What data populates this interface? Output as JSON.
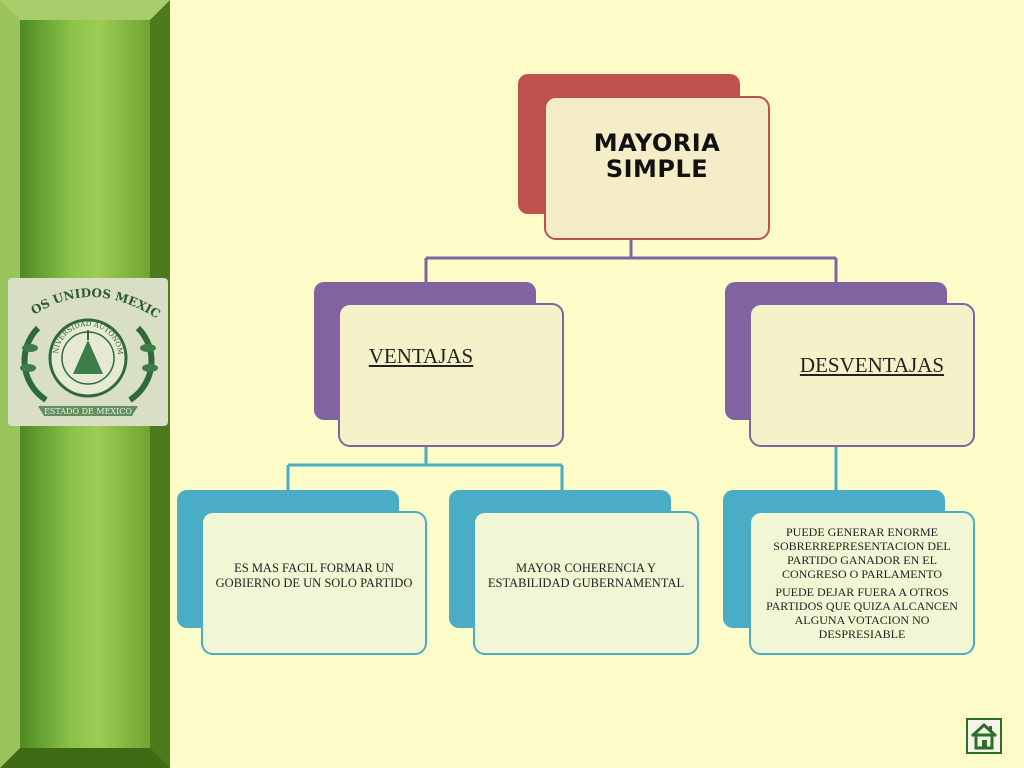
{
  "diagram": {
    "root": {
      "label": "MAYORIA SIMPLE"
    },
    "branches": [
      {
        "label": "VENTAJAS",
        "children": [
          {
            "text": "ES MAS FACIL FORMAR UN GOBIERNO DE UN SOLO PARTIDO"
          },
          {
            "text": "MAYOR COHERENCIA Y ESTABILIDAD GUBERNAMENTAL"
          }
        ]
      },
      {
        "label": "DESVENTAJAS",
        "children": [
          {
            "text": "PUEDE GENERAR ENORME SOBRERREPRESENTACION DEL PARTIDO GANADOR EN EL CONGRESO O PARLAMENTO",
            "text2": "PUEDE DEJAR FUERA A OTROS PARTIDOS QUE QUIZA ALCANCEN ALGUNA VOTACION NO DESPRESIABLE"
          }
        ]
      }
    ]
  },
  "seal": {
    "top_text": "ESTADOS UNIDOS MEXICANOS",
    "ring_text": "UNIVERSIDAD AUTONOMA",
    "bottom_text": "ESTADO DE MEXICO"
  },
  "icons": {
    "home": "home-icon",
    "seal": "university-seal-icon"
  },
  "colors": {
    "background": "#fdfcc8",
    "root_accent": "#c0504d",
    "branch_accent": "#8064a2",
    "leaf_accent": "#4bacc6",
    "front_fill": "#f5f1c8"
  }
}
